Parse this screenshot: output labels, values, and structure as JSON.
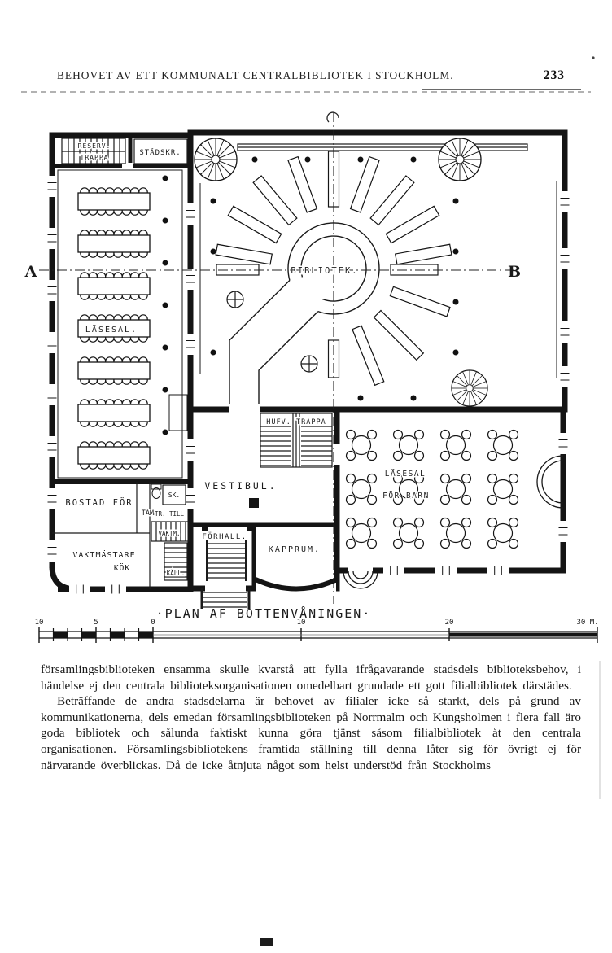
{
  "header": {
    "title": "BEHOVET AV ETT KOMMUNALT CENTRALBIBLIOTEK I STOCKHOLM.",
    "page_number": "233"
  },
  "plan": {
    "caption": "·PLAN AF BOTTENVÅNINGEN·",
    "labels": {
      "reserv": "RESERV.",
      "trappa": "TRAPPA",
      "stadskr": "STÄDSKR.",
      "lasesal": "LÄSESAL.",
      "bibliotek": "BIBLIOTEK.",
      "hufv_trappa": "HUFV. TRAPPA",
      "vestibul": "VESTIBUL.",
      "forhall": "FÖRHALL.",
      "kapprum": "KAPPRUM.",
      "bostad_for": "BOSTAD FÖR",
      "tamb": "TAMB",
      "sk": "SK.",
      "tr_till": "TR. TILL",
      "vaktm": "VAKTM.",
      "vaktmastare": "VAKTMÄSTARE",
      "kok": "KÖK",
      "kallare": "KÄLL.",
      "lasesal_barn_1": "LÄSESAL",
      "lasesal_barn_2": "FÖR BARN",
      "section_a": "A",
      "section_b": "B"
    },
    "scale_ticks": [
      "10",
      "5",
      "0",
      "10",
      "20",
      "30 M."
    ]
  },
  "body": {
    "paragraphs": [
      "församlingsbiblioteken ensamma skulle kvarstå att fylla ifrågavarande stadsdels biblioteksbehov, i händelse ej den centrala biblioteksorganisationen omedelbart grundade ett gott filialbibliotek därstädes.",
      "Beträffande de andra stadsdelarna är behovet av filialer icke så starkt, dels på grund av kommunikationerna, dels emedan församlingsbiblioteken på Norrmalm och Kungsholmen i flera fall äro goda bibliotek och sålunda faktiskt kunna göra tjänst såsom filialbibliotek åt den centrala organisationen. Församlingsbibliotekens framtida ställning till denna låter sig för övrigt ej för närvarande överblickas. Då de icke åtnjuta något som helst understöd från Stockholms"
    ]
  }
}
